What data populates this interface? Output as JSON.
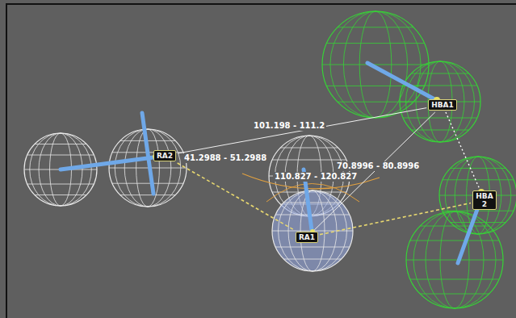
{
  "diagram": {
    "nodes": [
      {
        "text": [
          "RA2"
        ]
      },
      {
        "text": [
          "HBA1"
        ]
      },
      {
        "text": [
          "RA1"
        ]
      },
      {
        "text": [
          "HBA 2"
        ]
      }
    ],
    "edges": [
      {
        "from": 0,
        "to": 2,
        "arrow": "none"
      },
      {
        "from": 2,
        "to": 3,
        "arrow": "none"
      },
      {
        "from": 1,
        "to": 3,
        "arrow": "none"
      },
      {
        "from": 0,
        "to": 1,
        "arrow": "none"
      },
      {
        "from": 2,
        "to": 1,
        "arrow": "none"
      }
    ],
    "labels": [
      "101.198 - 111.2",
      "41.2988 - 51.2988",
      "110.827 - 120.827",
      "70.8996 - 80.8996"
    ]
  }
}
